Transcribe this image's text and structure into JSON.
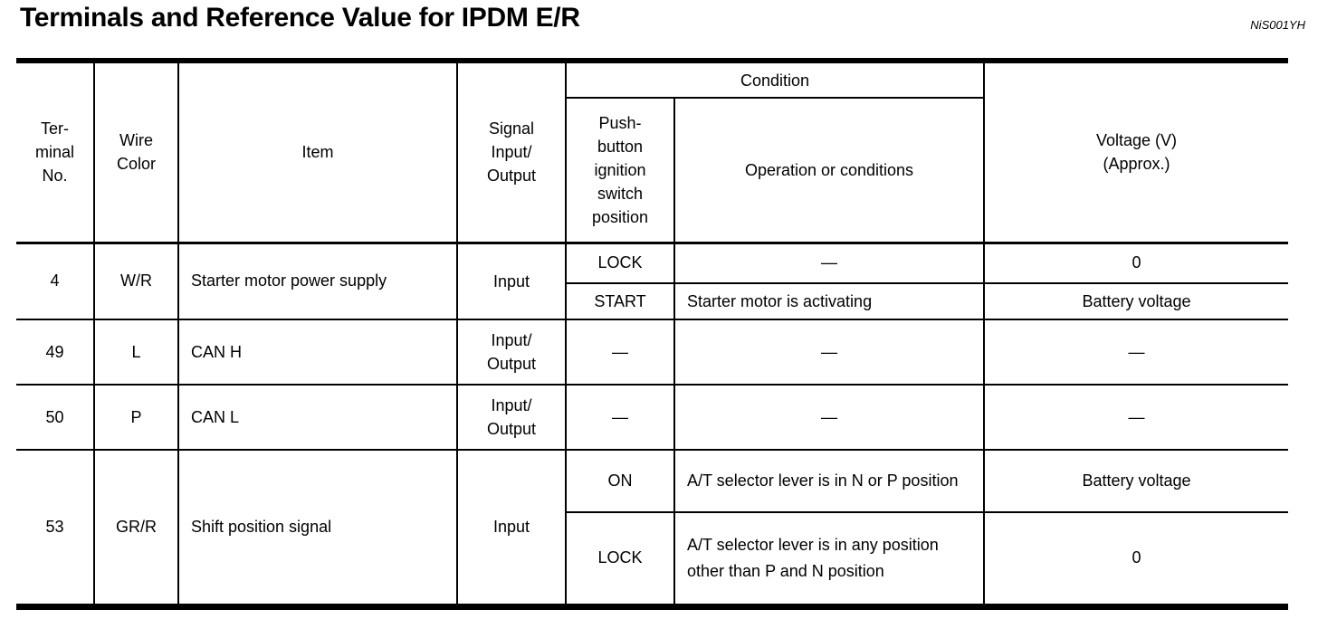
{
  "page": {
    "title": "Terminals and Reference Value for IPDM E/R",
    "figure_code": "NiS001YH"
  },
  "table": {
    "headers": {
      "terminal": "Ter-\nminal\nNo.",
      "wire_color": "Wire\nColor",
      "item": "Item",
      "signal": "Signal\nInput/\nOutput",
      "condition": "Condition",
      "ignition_position": "Push-\nbutton\nignition\nswitch\nposition",
      "operation": "Operation or conditions",
      "voltage": "Voltage (V)\n(Approx.)"
    },
    "rows": [
      {
        "terminal": "4",
        "wire": "W/R",
        "item": "Starter motor power supply",
        "signal": "Input",
        "conditions": [
          {
            "position": "LOCK",
            "operation": "—",
            "voltage": "0"
          },
          {
            "position": "START",
            "operation": "Starter motor is activating",
            "voltage": "Battery voltage"
          }
        ]
      },
      {
        "terminal": "49",
        "wire": "L",
        "item": "CAN H",
        "signal": "Input/\nOutput",
        "conditions": [
          {
            "position": "—",
            "operation": "—",
            "voltage": "—"
          }
        ]
      },
      {
        "terminal": "50",
        "wire": "P",
        "item": "CAN L",
        "signal": "Input/\nOutput",
        "conditions": [
          {
            "position": "—",
            "operation": "—",
            "voltage": "—"
          }
        ]
      },
      {
        "terminal": "53",
        "wire": "GR/R",
        "item": "Shift position signal",
        "signal": "Input",
        "conditions": [
          {
            "position": "ON",
            "operation": "A/T selector lever is in N or P position",
            "voltage": "Battery voltage"
          },
          {
            "position": "LOCK",
            "operation": "A/T selector lever is in any position other than P and N position",
            "voltage": "0"
          }
        ]
      }
    ]
  }
}
